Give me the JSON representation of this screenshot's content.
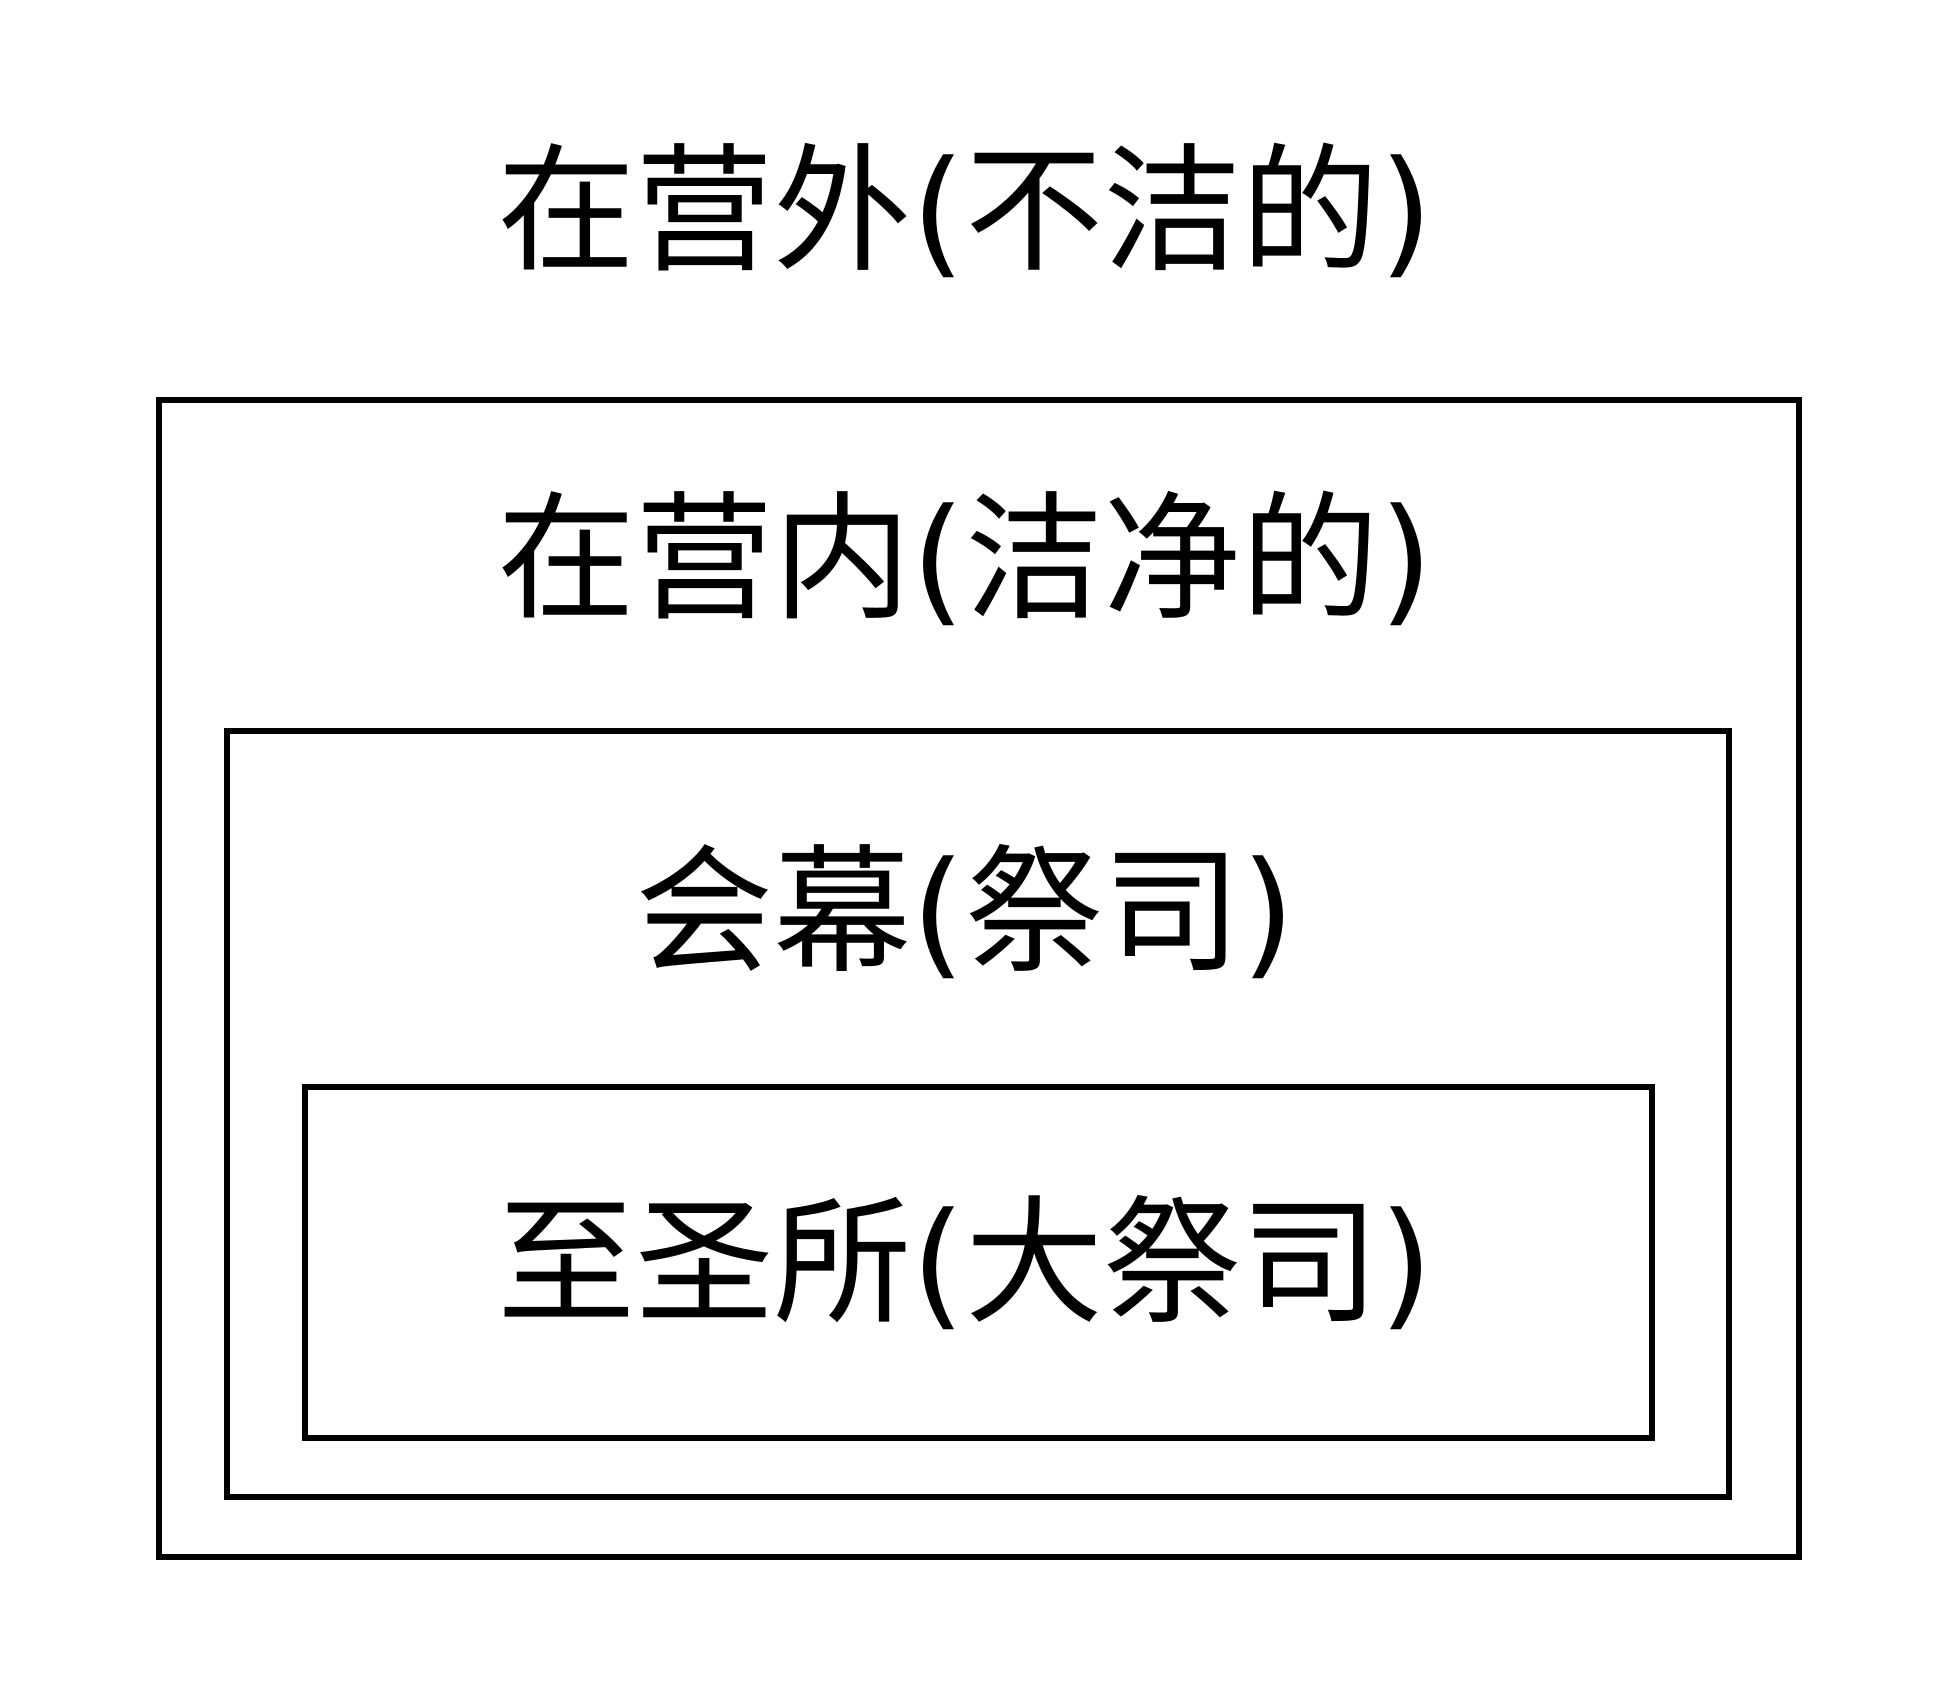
{
  "diagram": {
    "levels": [
      {
        "label": "在营外(不洁的)"
      },
      {
        "label": "在营内(洁净的)"
      },
      {
        "label": "会幕(祭司)"
      },
      {
        "label": "至圣所(大祭司)"
      }
    ]
  }
}
